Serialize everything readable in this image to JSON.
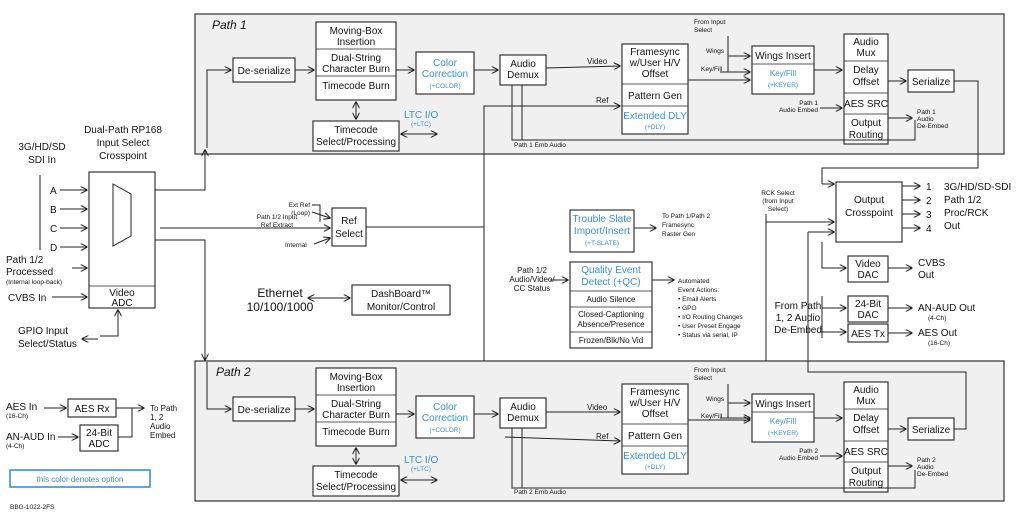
{
  "path1": {
    "title": "Path 1",
    "deserialize": "De-serialize",
    "mb_insertion": [
      "Moving-Box",
      "Insertion"
    ],
    "dual_string": [
      "Dual-String",
      "Character Burn"
    ],
    "timecode_burn": "Timecode Burn",
    "color_correction": [
      "Color",
      "Correction"
    ],
    "color_opt": "(+COLOR)",
    "audio_demux": [
      "Audio",
      "Demux"
    ],
    "video_label": "Video",
    "ref_label": "Ref",
    "framesync": [
      "Framesync",
      "w/User H/V",
      "Offset"
    ],
    "pattern_gen": "Pattern Gen",
    "extended_dly": "Extended DLY",
    "dly_opt": "(+DLY)",
    "from_input_select": [
      "From Input",
      "Select"
    ],
    "wings": "Wings",
    "key_fill": "Key/Fill",
    "wings_insert": "Wings Insert",
    "key_fill_opt": "Key/Fill",
    "keyer_opt": "(+KEYER)",
    "audio_mux": [
      "Audio",
      "Mux"
    ],
    "delay_offset": [
      "Delay",
      "Offset"
    ],
    "aes_src": "AES SRC",
    "output_routing": [
      "Output",
      "Routing"
    ],
    "serialize": "Serialize",
    "audio_embed": [
      "Path 1",
      "Audio Embed"
    ],
    "audio_deembed": [
      "Path 1",
      "Audio",
      "De-Embed"
    ],
    "emb_audio": "Path 1 Emb Audio",
    "timecode_select": [
      "Timecode",
      "Select/Processing"
    ],
    "ltc_io": "LTC  I/O",
    "ltc_opt": "(+LTC)"
  },
  "path2": {
    "title": "Path 2",
    "deserialize": "De-serialize",
    "mb_insertion": [
      "Moving-Box",
      "Insertion"
    ],
    "dual_string": [
      "Dual-String",
      "Character Burn"
    ],
    "timecode_burn": "Timecode Burn",
    "color_correction": [
      "Color",
      "Correction"
    ],
    "color_opt": "(+COLOR)",
    "audio_demux": [
      "Audio",
      "Demux"
    ],
    "video_label": "Video",
    "ref_label": "Ref",
    "framesync": [
      "Framesync",
      "w/User H/V",
      "Offset"
    ],
    "pattern_gen": "Pattern Gen",
    "extended_dly": "Extended DLY",
    "dly_opt": "(+DLY)",
    "from_input_select": [
      "From Input",
      "Select"
    ],
    "wings": "Wings",
    "key_fill": "Key/Fill",
    "wings_insert": "Wings Insert",
    "key_fill_opt": "Key/Fill",
    "keyer_opt": "(+KEYER)",
    "audio_mux": [
      "Audio",
      "Mux"
    ],
    "delay_offset": [
      "Delay",
      "Offset"
    ],
    "aes_src": "AES SRC",
    "output_routing": [
      "Output",
      "Routing"
    ],
    "serialize": "Serialize",
    "audio_embed": [
      "Path 2",
      "Audio Embed"
    ],
    "audio_deembed": [
      "Path 2",
      "Audio",
      "De-Embed"
    ],
    "emb_audio": "Path 2 Emb Audio",
    "timecode_select": [
      "Timecode",
      "Select/Processing"
    ],
    "ltc_io": "LTC  I/O",
    "ltc_opt": "(+LTC)"
  },
  "inputs": {
    "sdi_in": [
      "3G/HD/SD",
      "SDI In"
    ],
    "crosspoint_title": [
      "Dual-Path RP168",
      "Input Select",
      "Crosspoint"
    ],
    "letters": [
      "A",
      "B",
      "C",
      "D"
    ],
    "path_processed": [
      "Path 1/2",
      "Processed"
    ],
    "internal_loopback": "(Internal loop-back)",
    "cvbs_in": "CVBS In",
    "video_adc": [
      "Video",
      "ADC"
    ],
    "gpio": [
      "GPIO Input",
      "Select/Status"
    ],
    "aes_in": "AES In",
    "aes_in_ch": "(16-Ch)",
    "aes_rx": "AES Rx",
    "an_aud_in": "AN-AUD In",
    "an_aud_in_ch": "(4-Ch)",
    "adc_24bit": [
      "24-Bit",
      "ADC"
    ],
    "to_path_embed": [
      "To Path",
      "1, 2",
      "Audio",
      "Embed"
    ],
    "legend": "this color denotes option",
    "part_number": "BBG-1022-2FS"
  },
  "center": {
    "ext_ref": [
      "Ext Ref",
      "(Loop)"
    ],
    "input_ref_extract": [
      "Path 1/2 Input",
      "Ref Extract"
    ],
    "internal": "Internal",
    "ref_select": [
      "Ref",
      "Select"
    ],
    "ethernet": [
      "Ethernet",
      "10/100/1000"
    ],
    "dashboard": [
      "DashBoard™",
      "Monitor/Control"
    ],
    "trouble_slate": [
      "Trouble Slate",
      "Import/Insert"
    ],
    "tslate_opt": "(+T-SLATE)",
    "to_raster": [
      "To Path 1/Path 2",
      "Framesync",
      "Raster Gen"
    ],
    "status_in": [
      "Path 1/2",
      "Audio/Video/",
      "CC Status"
    ],
    "qc_detect": [
      "Quality Event",
      "Detect (+QC)"
    ],
    "audio_silence": "Audio Silence",
    "cc_absence": [
      "Closed-Captioning",
      "Absence/Presence"
    ],
    "frozen": "Frozen/Blk/No Vid",
    "automated": [
      "Automated",
      "Event Actions:"
    ],
    "actions": [
      "• Email Alerts",
      "• GPO",
      "• I/O Routing Changes",
      "• User Preset Engage",
      "• Status via serial, IP"
    ]
  },
  "outputs": {
    "rck_select": [
      "RCK Select",
      "(from Input",
      "Select)"
    ],
    "output_crosspoint": [
      "Output",
      "Crosspoint"
    ],
    "out_numbers": [
      "1",
      "2",
      "3",
      "4"
    ],
    "sdi_out": [
      "3G/HD/SD-SDI",
      "Path 1/2",
      "Proc/RCK",
      "Out"
    ],
    "video_dac": [
      "Video",
      "DAC"
    ],
    "cvbs_out": [
      "CVBS",
      "Out"
    ],
    "from_path_deembed": [
      "From Path",
      "1, 2 Audio",
      "De-Embed"
    ],
    "dac_24bit": [
      "24-Bit",
      "DAC"
    ],
    "an_aud_out": "AN-AUD Out",
    "an_aud_out_ch": "(4-Ch)",
    "aes_tx": "AES Tx",
    "aes_out": "AES Out",
    "aes_out_ch": "(16-Ch)"
  },
  "colors": {
    "option": "#3a8fd0",
    "path_bg": "#f0f0f0"
  }
}
